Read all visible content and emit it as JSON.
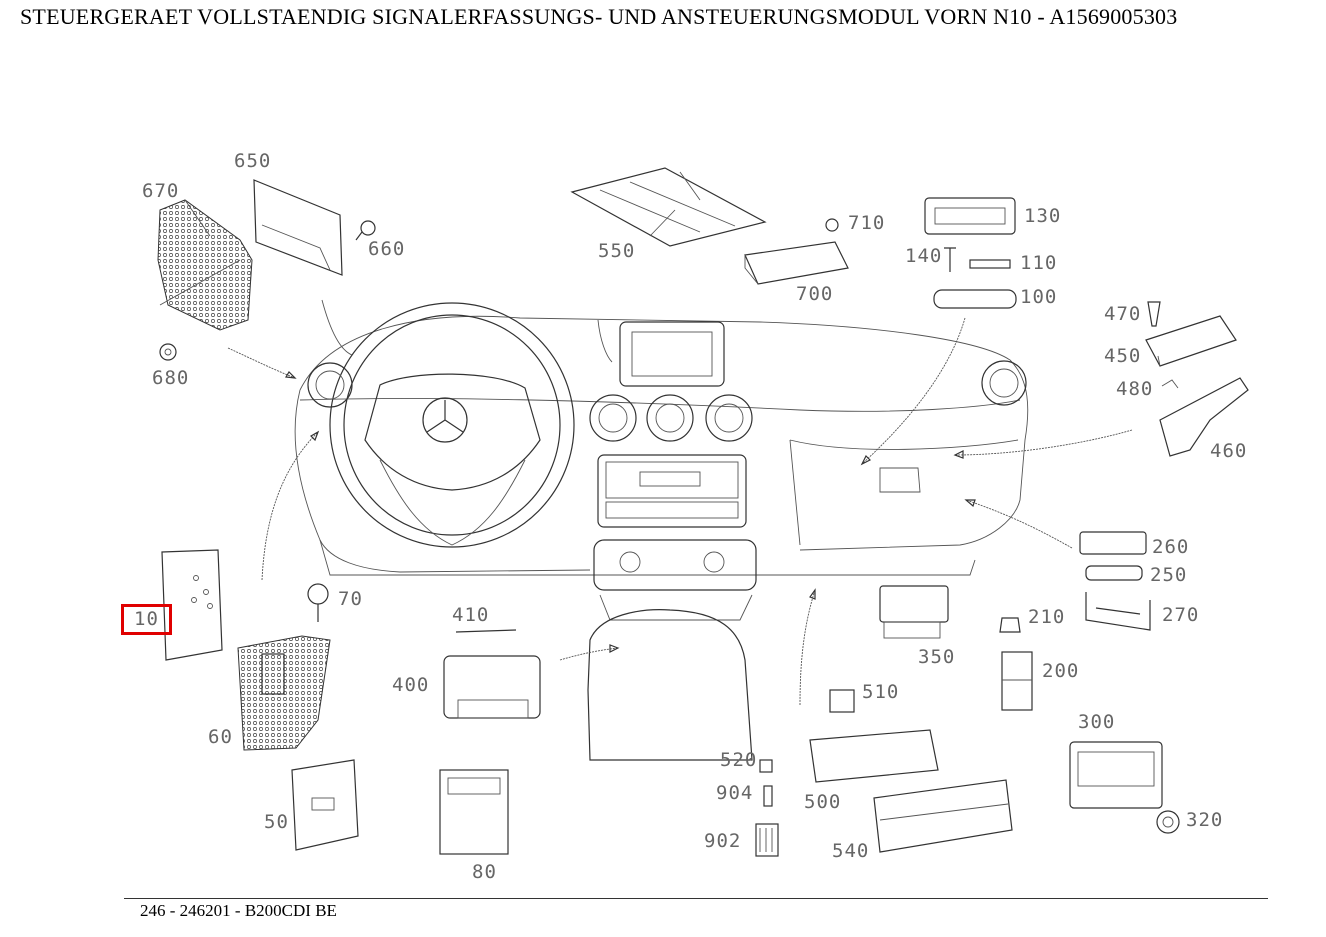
{
  "title": "STEUERGERAET VOLLSTAENDIG SIGNALERFASSUNGS- UND ANSTEUERUNGSMODUL VORN N10 - A1569005303",
  "footer": "246 - 246201 - B200CDI BE",
  "highlight_color": "#e00000",
  "parts": {
    "p650": "650",
    "p670": "670",
    "p660": "660",
    "p680": "680",
    "p550": "550",
    "p710": "710",
    "p700": "700",
    "p130": "130",
    "p140": "140",
    "p110": "110",
    "p100": "100",
    "p470": "470",
    "p450": "450",
    "p480": "480",
    "p460": "460",
    "p260": "260",
    "p250": "250",
    "p270": "270",
    "p10": "10",
    "p70": "70",
    "p60": "60",
    "p50": "50",
    "p410": "410",
    "p400": "400",
    "p80": "80",
    "p350": "350",
    "p210": "210",
    "p200": "200",
    "p510": "510",
    "p520": "520",
    "p904": "904",
    "p902": "902",
    "p500": "500",
    "p540": "540",
    "p300": "300",
    "p320": "320"
  }
}
